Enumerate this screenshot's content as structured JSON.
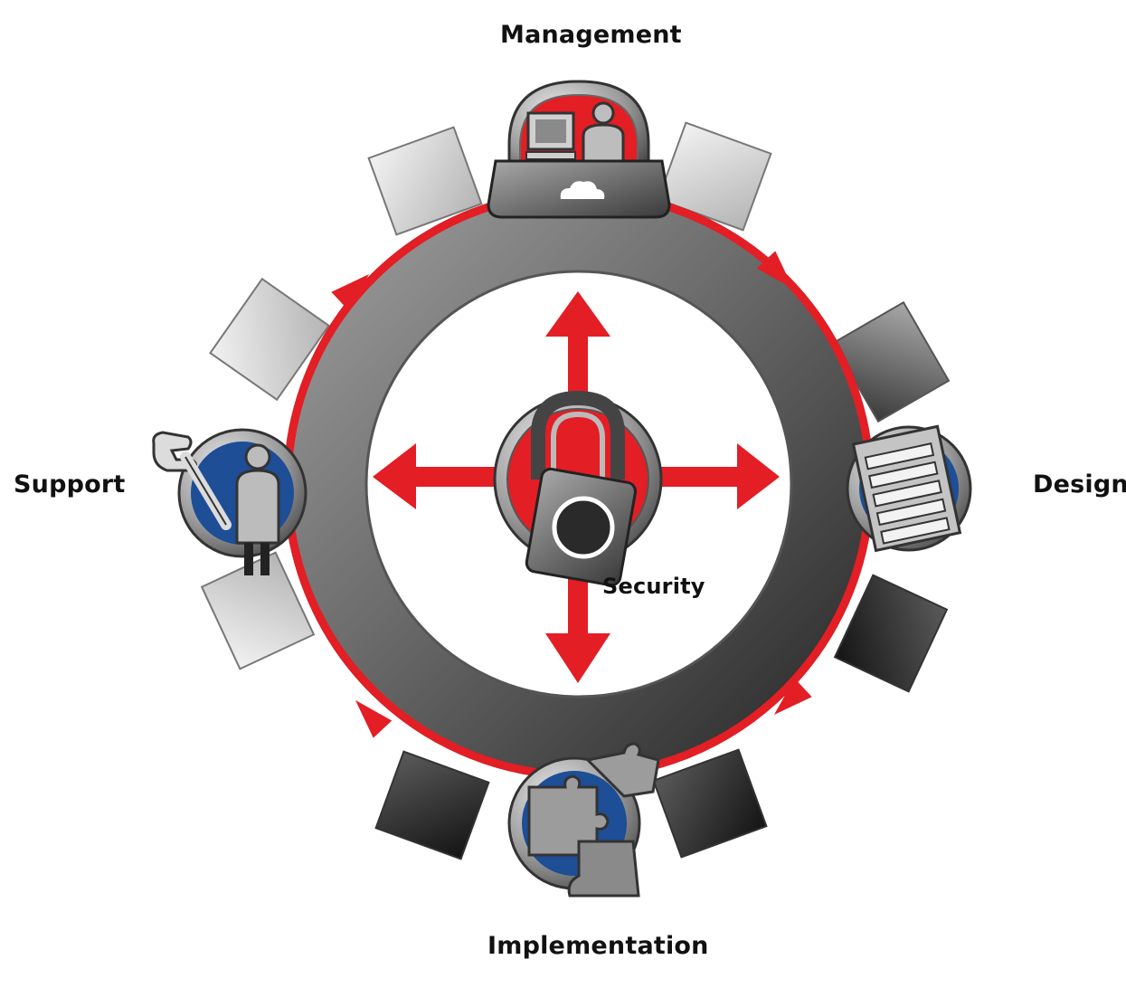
{
  "diagram": {
    "center": {
      "label": "Security",
      "icon": "padlock-icon"
    },
    "stages": [
      {
        "key": "management",
        "label": "Management",
        "icon": "computer-user-icon"
      },
      {
        "key": "design",
        "label": "Design",
        "icon": "document-list-icon"
      },
      {
        "key": "implementation",
        "label": "Implementation",
        "icon": "puzzle-globe-icon"
      },
      {
        "key": "support",
        "label": "Support",
        "icon": "wrench-person-icon"
      }
    ],
    "flow_direction": "clockwise",
    "colors": {
      "accent_red": "#e31e24",
      "gear_gray": "#6e6e6e",
      "gear_dark": "#2a2a2a",
      "tooth_light": "#d8d8d8",
      "icon_blue": "#1d4e96",
      "label_text": "#111111"
    }
  }
}
